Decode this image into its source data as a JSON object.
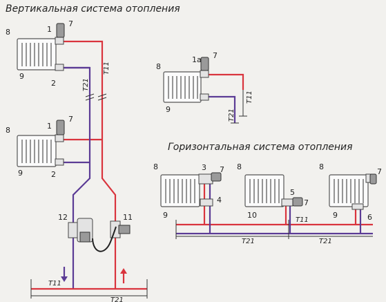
{
  "titles": {
    "vertical": "Вертикальная система отопления",
    "horizontal": "Горизонтальная система отопления"
  },
  "pipes": {
    "t11": "T11",
    "t21": "T21"
  },
  "labels": {
    "n1": "1",
    "n1a": "1а",
    "n2": "2",
    "n3": "3",
    "n4": "4",
    "n5": "5",
    "n6": "6",
    "n7": "7",
    "n8": "8",
    "n9": "9",
    "n10": "10",
    "n11": "11",
    "n12": "12"
  },
  "colors": {
    "supply": "#d9343d",
    "return": "#5b3b95",
    "outline": "#333333"
  }
}
